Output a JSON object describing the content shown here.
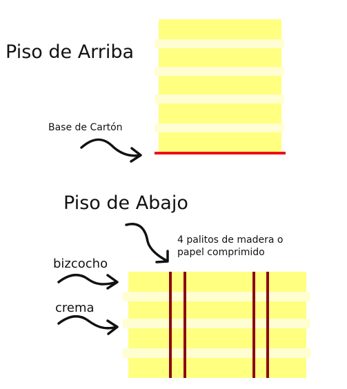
{
  "labels": {
    "top_tier": "Piso de Arriba",
    "bottom_tier": "Piso de Abajo",
    "board": "Base de Cartón",
    "sticks_line1": "4 palitos de madera o",
    "sticks_line2": "papel comprimido",
    "sponge": "bizcocho",
    "cream": "crema"
  },
  "colors": {
    "sponge": "#ffff80",
    "cream": "#fefed2",
    "board": "#ee1111",
    "sticks": "#8b0a10",
    "arrow": "#111111"
  }
}
